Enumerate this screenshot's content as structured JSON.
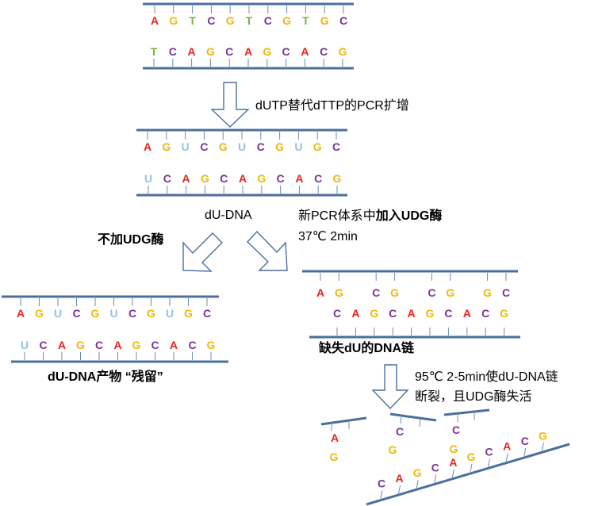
{
  "colors": {
    "A": "#e8231c",
    "G": "#f2b705",
    "C": "#7b3296",
    "T": "#7cb342",
    "U": "#93c3e0",
    "backbone": "#4a6f9d",
    "arrow": "#4a6f9d"
  },
  "labels": {
    "step1": "dUTP替代dTTP的PCR扩增",
    "du_dna": "dU-DNA",
    "step2_line1_plain": "新PCR体系中",
    "step2_line1_bold": "加入UDG酶",
    "step2_line2": "37℃  2min",
    "no_udg": "不加UDG酶",
    "residual": "dU-DNA产物 “残留”",
    "missing": "缺失dU的DNA链",
    "step3_line1": "95℃  2-5min使dU-DNA链",
    "step3_line2": "断裂，且UDG酶失活"
  },
  "sequences": {
    "top_strand1": [
      "A",
      "G",
      "T",
      "C",
      "G",
      "T",
      "C",
      "G",
      "T",
      "G",
      "C"
    ],
    "top_strand2": [
      "T",
      "C",
      "A",
      "G",
      "C",
      "A",
      "G",
      "C",
      "A",
      "C",
      "G"
    ],
    "du_strand1": [
      "A",
      "G",
      "U",
      "C",
      "G",
      "U",
      "C",
      "G",
      "U",
      "G",
      "C"
    ],
    "du_strand2": [
      "U",
      "C",
      "A",
      "G",
      "C",
      "A",
      "G",
      "C",
      "A",
      "C",
      "G"
    ],
    "left_strand1": [
      "A",
      "G",
      "U",
      "C",
      "G",
      "U",
      "C",
      "G",
      "U",
      "G",
      "C"
    ],
    "left_strand2": [
      "U",
      "C",
      "A",
      "G",
      "C",
      "A",
      "G",
      "C",
      "A",
      "C",
      "G"
    ],
    "right_strand1": [
      "A",
      "G",
      "",
      "C",
      "G",
      "",
      "C",
      "G",
      "",
      "G",
      "C"
    ],
    "right_strand2": [
      "C",
      "A",
      "G",
      "C",
      "A",
      "G",
      "C",
      "A",
      "C",
      "G"
    ],
    "frag1": [
      "A",
      "G"
    ],
    "frag2": [
      "C",
      "G"
    ],
    "frag3": [
      "C",
      "G"
    ],
    "bottom_strand": [
      "C",
      "A",
      "G",
      "C",
      "A",
      "G",
      "C",
      "A",
      "C",
      "G"
    ]
  }
}
